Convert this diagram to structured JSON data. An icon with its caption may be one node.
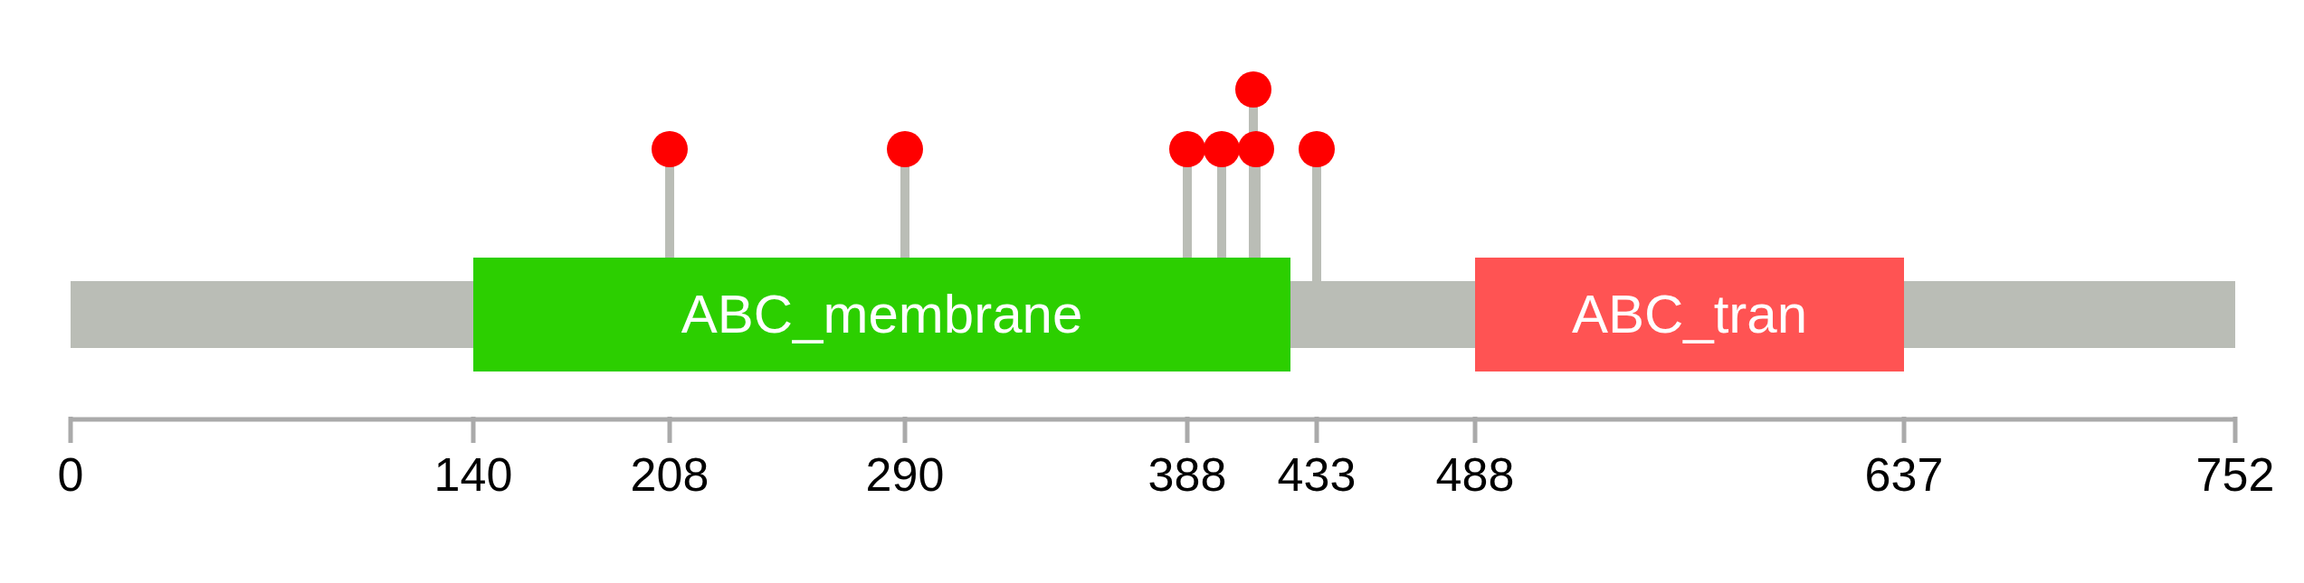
{
  "diagram": {
    "nodes": [
      {
        "text": [],
        "shape": "bar"
      },
      {
        "text": [
          "ABC_membrane"
        ]
      },
      {
        "text": [],
        "shape": "bar"
      },
      {
        "text": [
          "ABC_tran"
        ]
      },
      {
        "text": [],
        "shape": "bar"
      }
    ],
    "labels": [
      "0",
      "140",
      "208",
      "290",
      "388",
      "433",
      "488",
      "637",
      "752"
    ]
  }
}
